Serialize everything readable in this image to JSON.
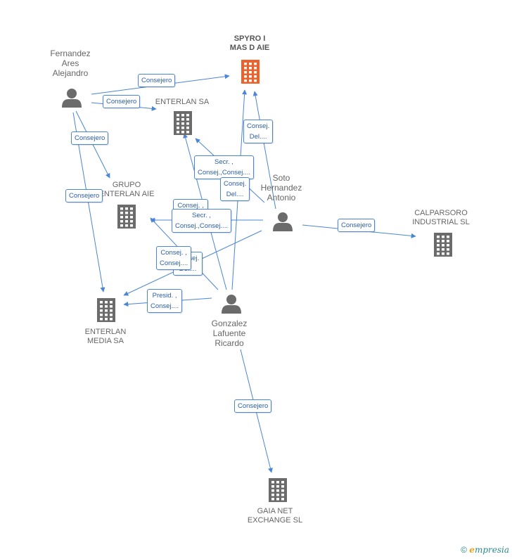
{
  "nodes": {
    "spyro": {
      "label": "SPYRO I\nMAS D AIE",
      "kind": "company",
      "highlight": true
    },
    "enterlan_sa": {
      "label": "ENTERLAN SA",
      "kind": "company"
    },
    "grupo_enterlan": {
      "label": "GRUPO\nENTERLAN AIE",
      "kind": "company"
    },
    "enterlan_media": {
      "label": "ENTERLAN\nMEDIA SA",
      "kind": "company"
    },
    "calparsoro": {
      "label": "CALPARSORO\nINDUSTRIAL SL",
      "kind": "company"
    },
    "gaia": {
      "label": "GAIA NET\nEXCHANGE SL",
      "kind": "company"
    },
    "fernandez": {
      "label": "Fernandez\nAres\nAlejandro",
      "kind": "person"
    },
    "soto": {
      "label": "Soto\nHernandez\nAntonio",
      "kind": "person"
    },
    "gonzalez": {
      "label": "Gonzalez\nLafuente\nRicardo",
      "kind": "person"
    }
  },
  "edge_labels": {
    "f_spyro": "Consejero",
    "f_enterlan": "Consejero",
    "f_grupo": "Consejero",
    "f_media": "Consejero",
    "g_spyro": "Consej.\nDel....",
    "s_spyro": "Consej.\nDel....",
    "s_enterlan": "Secr. ,\nConsej.,Consej....",
    "g_enterlan": "Consej. ,\nConsej....",
    "s_grupo": "Secr. ,\nConsej.,Consej....",
    "g_grupo": "Consej. ,\nConsej....",
    "s_media": "Consej.\nDel....",
    "g_media": "Presid. ,\nConsej....",
    "s_calparsoro": "Consejero",
    "g_gaia": "Consejero"
  },
  "footer": {
    "copyright": "©",
    "brand_e": "e",
    "brand_rest": "mpresia"
  },
  "colors": {
    "edge": "#4a86d4",
    "company": "#6b6b6b",
    "highlight": "#f0602a",
    "person": "#6b6b6b"
  }
}
